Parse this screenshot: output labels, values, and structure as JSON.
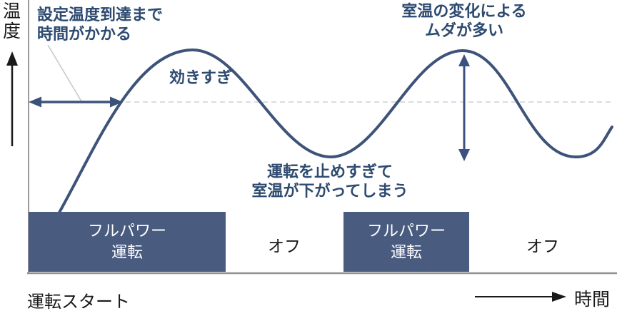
{
  "diagram": {
    "y_axis_label": "温度",
    "x_axis_label": "時間",
    "origin_label": "運転スタート",
    "annotations": {
      "slow_to_reach": "設定温度到達まで\n時間がかかる",
      "overshoot": "効きすぎ",
      "temperature_waste": "室温の変化による\nムダが多い",
      "overcooling": "運転を止めすぎて\n室温が下がってしまう"
    },
    "phases": [
      {
        "label": "フルパワー\n運転"
      },
      {
        "label": "オフ"
      },
      {
        "label": "フルパワー\n運転"
      },
      {
        "label": "オフ"
      }
    ],
    "colors": {
      "annotation_navy": "#2d4a70",
      "curve_navy": "#3e5379",
      "bar_fill": "#4a5b80",
      "bar_text": "#ffffff",
      "arrow_navy": "#3b5278",
      "axis_gray": "#8f8f8f",
      "dashed_line_gray": "#ccd1d9",
      "black": "#1a1a1a"
    }
  }
}
